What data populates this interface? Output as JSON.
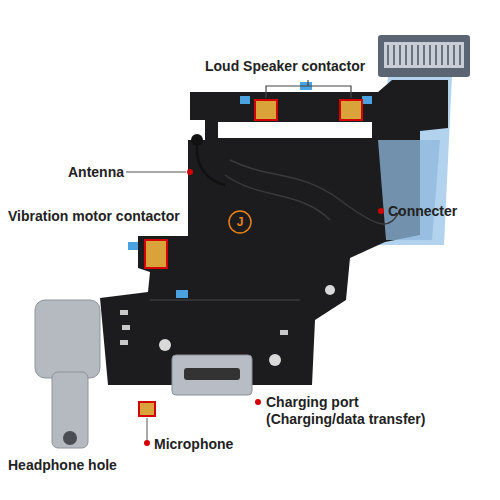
{
  "diagram": {
    "labels": [
      "Loud Speaker contactor",
      "Antenna",
      "Connecter",
      "Vibration motor contactor",
      "J",
      "Charging port (Charging/data transfer)",
      "Microphone",
      "Headphone hole"
    ]
  }
}
